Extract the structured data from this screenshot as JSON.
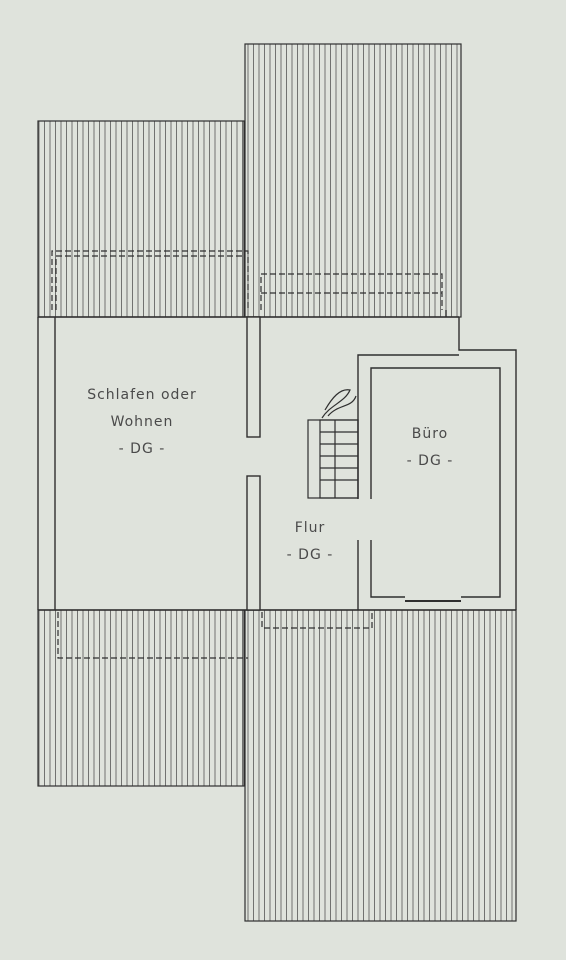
{
  "plan": {
    "type": "floor-plan",
    "colors": {
      "background": "#dfe3dc",
      "wall": "#2f2f2f",
      "hatch": "#555555",
      "text": "#4a4a4a"
    },
    "rooms": [
      {
        "name": "Schlafen oder",
        "name2": "Wohnen",
        "level": "- DG -"
      },
      {
        "name": "Büro",
        "level": "- DG -"
      },
      {
        "name": "Flur",
        "level": "- DG -"
      }
    ]
  }
}
